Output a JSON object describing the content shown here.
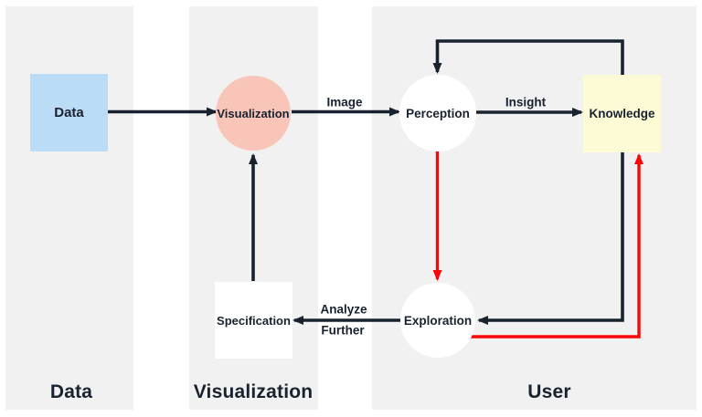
{
  "diagram": {
    "nodes": {
      "data": "Data",
      "visualization": "Visualization",
      "perception": "Perception",
      "knowledge": "Knowledge",
      "specification": "Specification",
      "exploration": "Exploration"
    },
    "edge_labels": {
      "image": "Image",
      "insight": "Insight",
      "analyze_line1": "Analyze",
      "analyze_line2": "Further"
    },
    "column_labels": {
      "data": "Data",
      "visualization": "Visualization",
      "user": "User"
    },
    "colors": {
      "band": "#f1f1f1",
      "arrow": "#19222f",
      "red": "#f90606",
      "text": "#19222f",
      "data_fill": "#badcf7",
      "visualization_fill": "#f9c5b9",
      "knowledge_fill": "#fdfbd6",
      "node_white": "#ffffff"
    }
  }
}
